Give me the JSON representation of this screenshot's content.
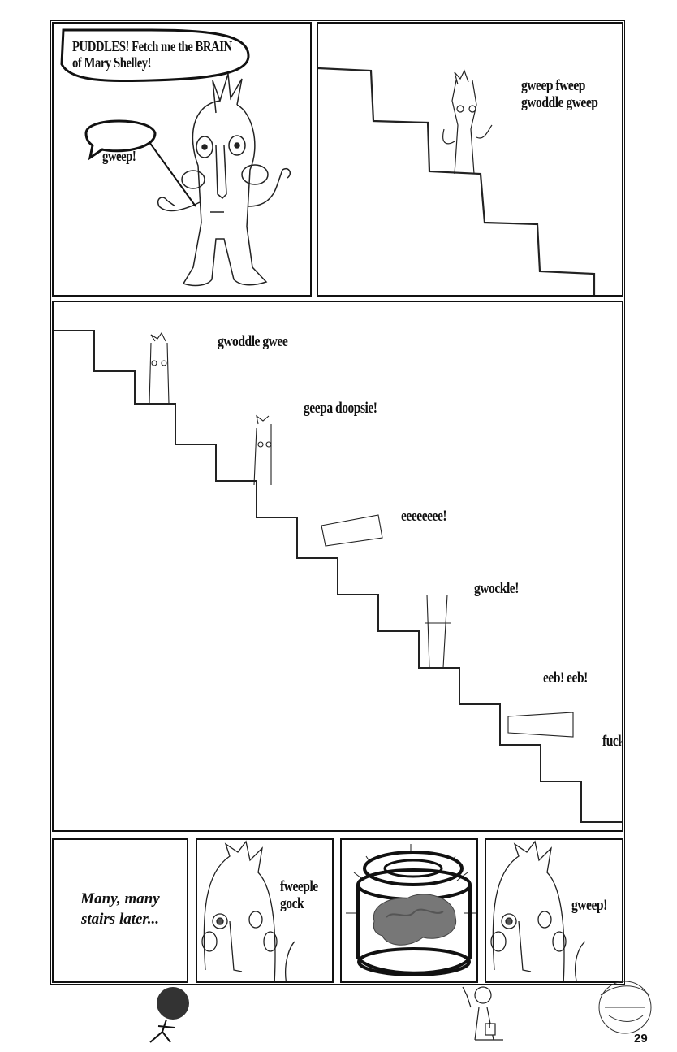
{
  "panel1": {
    "bubble_top": "PUDDLES! Fetch me the BRAIN\nof Mary Shelley!",
    "bubble_small": "gweep!"
  },
  "panel2": {
    "text": "gweep fweep\ngwoddle gweep"
  },
  "panel3": {
    "t1": "gwoddle gwee",
    "t2": "geepa doopsie!",
    "t3": "eeeeeeee!",
    "t4": "gwockle!",
    "t5": "eeb! eeb!",
    "t6": "fuck"
  },
  "panel4": {
    "caption": "Many, many\nstairs later..."
  },
  "panel5": {
    "text": "fweeple\ngock"
  },
  "panel7": {
    "text": "gweep!"
  },
  "footer": {
    "small_num": "1",
    "page_number": "29"
  }
}
